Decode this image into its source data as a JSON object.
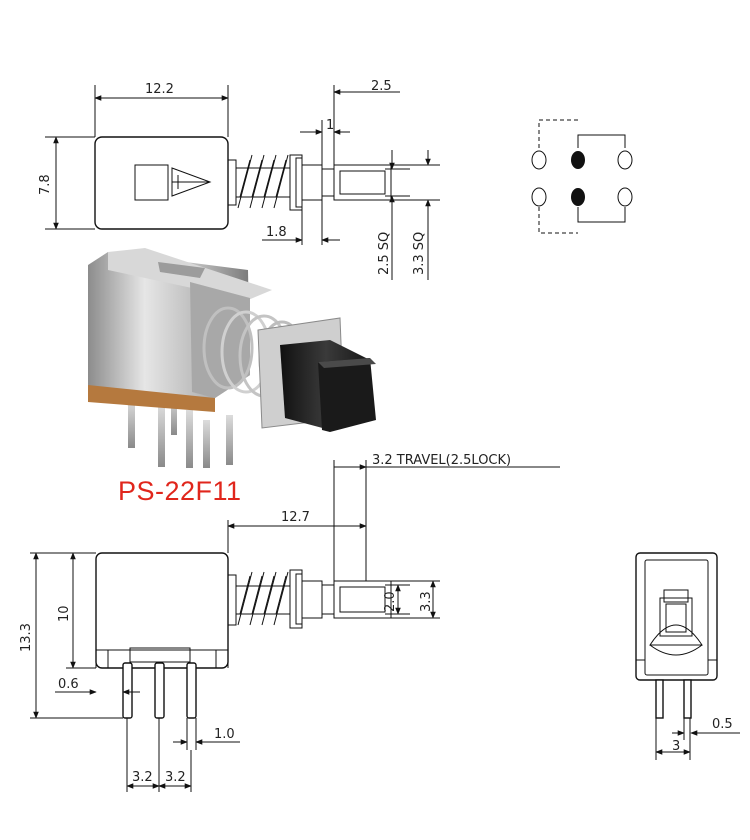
{
  "model_label": "PS-22F11",
  "colors": {
    "model": "#e0261c",
    "line": "#111111"
  },
  "top_view": {
    "width_dim": "12.2",
    "height_dim": "7.8",
    "stroke_dim": "2.5",
    "gap_dim": "1",
    "collar_dim": "1.8",
    "inner_sq_dim": "2.5 SQ",
    "outer_sq_dim": "3.3 SQ"
  },
  "side_view": {
    "travel_dim": "3.2 TRAVEL(2.5LOCK)",
    "length_dim": "12.7",
    "total_height_dim": "13.3",
    "body_height_dim": "10",
    "pin_offset_dim": "0.6",
    "pin_width_dim": "1.0",
    "pitch_left_dim": "3.2",
    "pitch_right_dim": "3.2",
    "shaft_inner_dim": "2.0",
    "shaft_outer_dim": "3.3"
  },
  "end_view": {
    "pin_pitch_dim": "3",
    "pin_thickness_dim": "0.5"
  }
}
